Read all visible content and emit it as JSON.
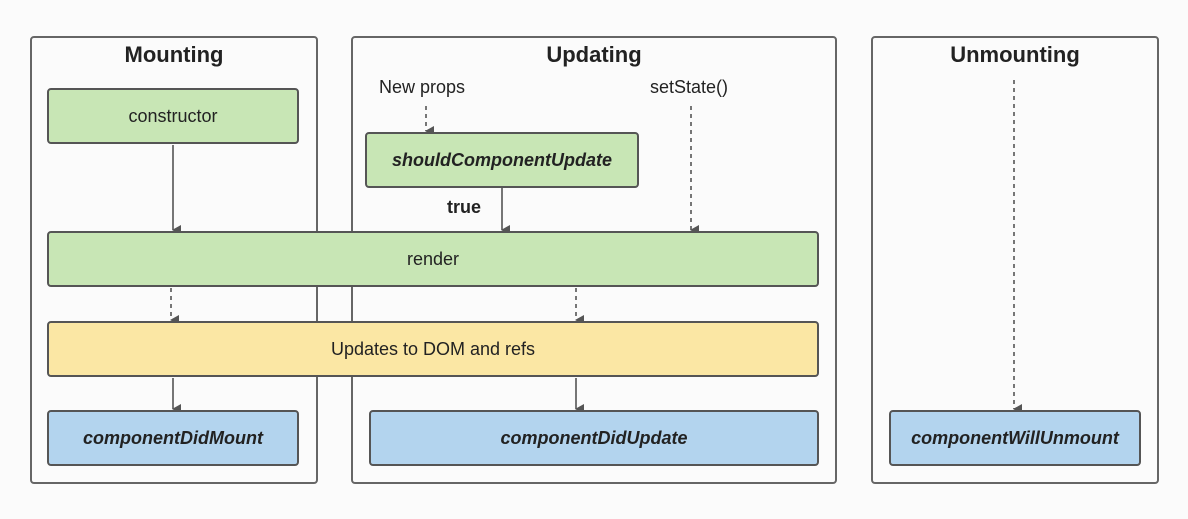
{
  "phases": {
    "mounting": "Mounting",
    "updating": "Updating",
    "unmounting": "Unmounting"
  },
  "nodes": {
    "constructor": "constructor",
    "should_component_update": "shouldComponentUpdate",
    "render": "render",
    "updates_dom": "Updates to DOM and refs",
    "component_did_mount": "componentDidMount",
    "component_did_update": "componentDidUpdate",
    "component_will_unmount": "componentWillUnmount"
  },
  "labels": {
    "new_props": "New props",
    "set_state": "setState()",
    "true": "true"
  },
  "colors": {
    "green": "#c8e6b5",
    "yellow": "#fbe7a4",
    "blue": "#b3d4ee",
    "border": "#555555"
  }
}
